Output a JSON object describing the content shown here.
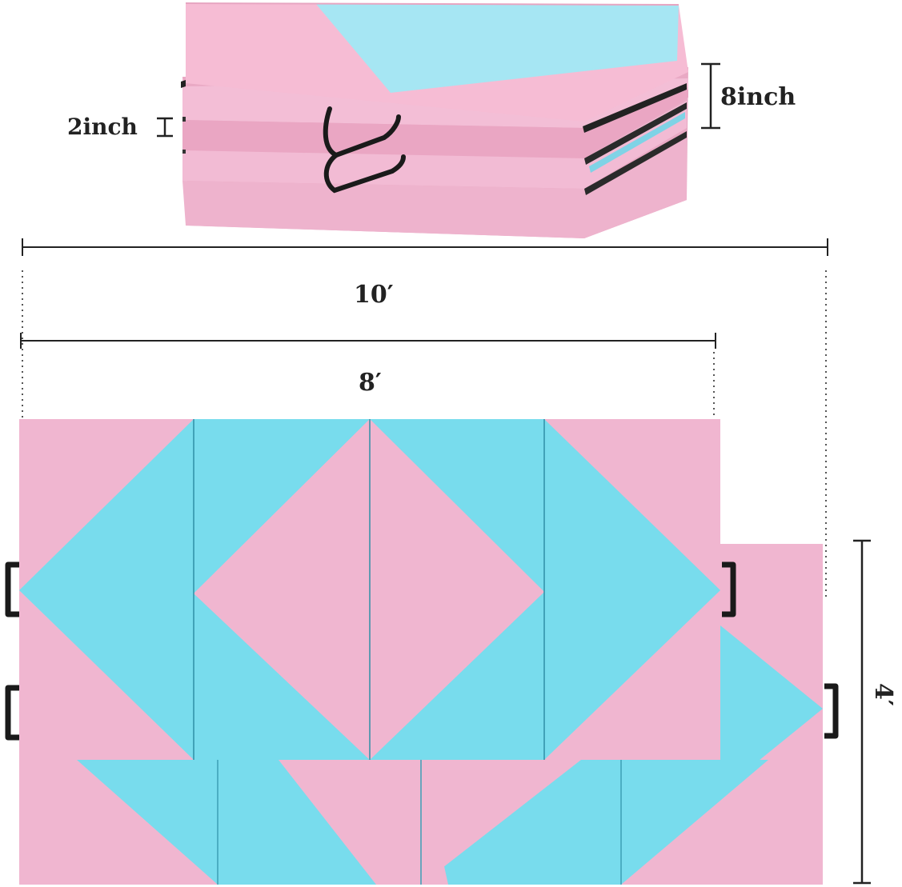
{
  "dimensions": {
    "thickness": "2inch",
    "folded_height": "8inch",
    "length_long": "10′",
    "length_short": "8′",
    "width": "4′"
  },
  "colors": {
    "pink": "#f0b6d0",
    "blue": "#78dced",
    "handle": "#1a1a1a",
    "line": "#222222"
  }
}
